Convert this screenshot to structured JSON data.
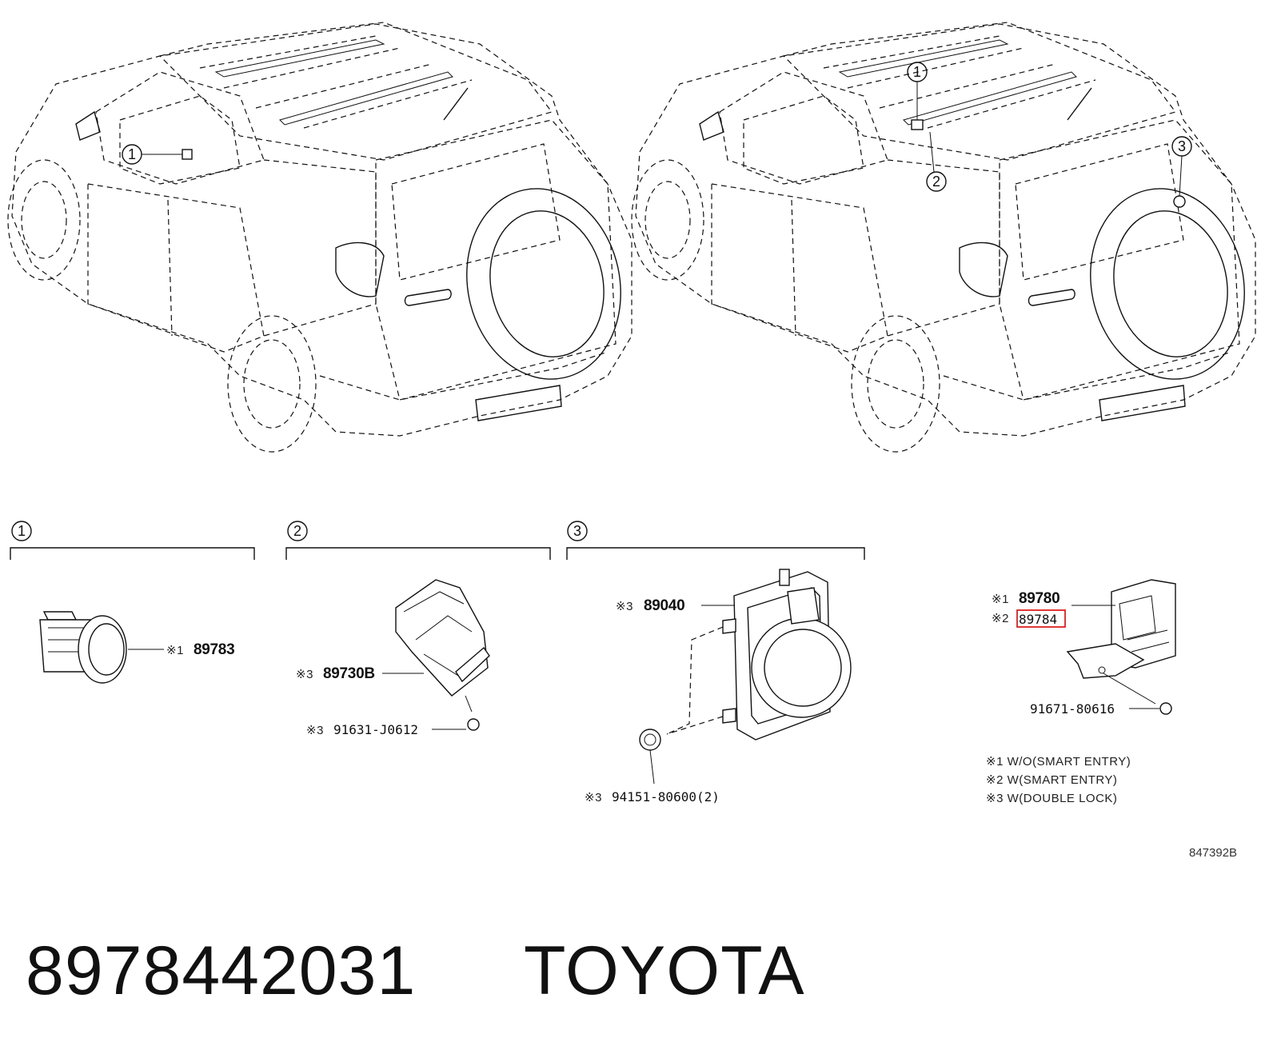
{
  "callouts": {
    "c1": "1",
    "c2": "2",
    "c3": "3"
  },
  "groups": [
    {
      "marker": "1"
    },
    {
      "marker": "2"
    },
    {
      "marker": "3"
    }
  ],
  "parts": {
    "p89783": {
      "note": "※1",
      "number": "89783"
    },
    "p89730B": {
      "note": "※3",
      "number": "89730B"
    },
    "p91631": {
      "note": "※3",
      "number": "91631-J0612"
    },
    "p89040": {
      "note": "※3",
      "number": "89040"
    },
    "p94151": {
      "note": "※3",
      "number": "94151-80600(2)"
    },
    "p89780": {
      "note": "※1",
      "number": "89780"
    },
    "p89784": {
      "note": "※2",
      "number": "89784"
    },
    "p91671": {
      "number": "91671-80616"
    }
  },
  "legend": [
    "※1 W/O(SMART ENTRY)",
    "※2 W(SMART ENTRY)",
    "※3 W(DOUBLE LOCK)"
  ],
  "diagram_ref": "847392B",
  "caption": {
    "part_number": "8978442031",
    "brand": "TOYOTA"
  },
  "colors": {
    "line": "#111111",
    "highlight": "#e02020",
    "background": "#ffffff"
  }
}
